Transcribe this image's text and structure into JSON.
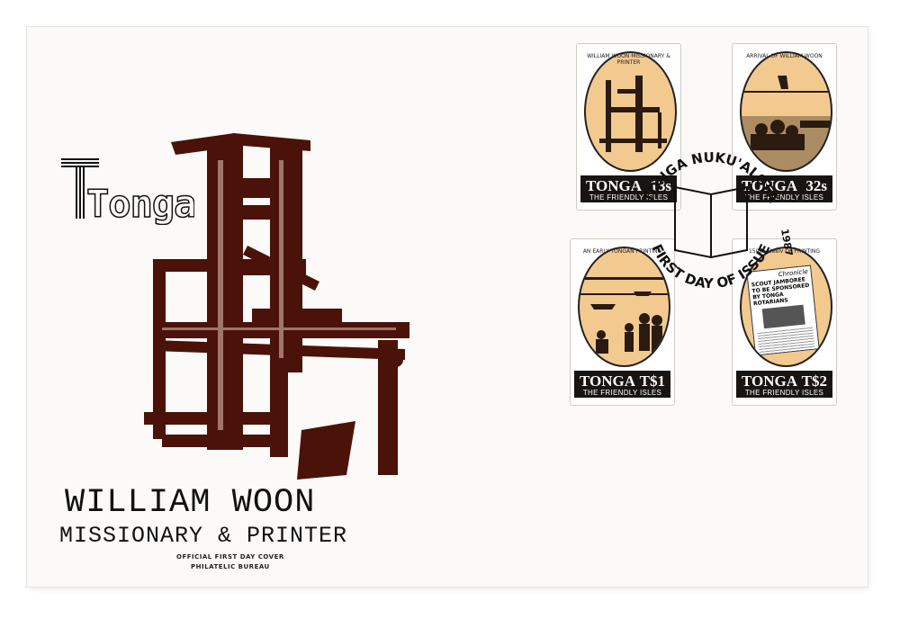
{
  "brand": {
    "logo_text": "Tonga"
  },
  "cover": {
    "title_line1": "WILLIAM WOON",
    "title_line2": "MISSIONARY & PRINTER",
    "official_line1": "OFFICIAL FIRST DAY COVER",
    "official_line2": "PHILATELIC BUREAU"
  },
  "stamps": [
    {
      "caption": "WILLIAM WOON MISSIONARY & PRINTER",
      "country": "TONGA",
      "value": "13s",
      "subtitle": "THE FRIENDLY ISLES"
    },
    {
      "caption": "ARRIVAL OF WILLIAM WOON",
      "country": "TONGA",
      "value": "32s",
      "subtitle": "THE FRIENDLY ISLES"
    },
    {
      "caption": "AN EARLY TONGAN PRINTING",
      "country": "TONGA",
      "value": "T$1",
      "subtitle": "THE FRIENDLY ISLES"
    },
    {
      "caption": "150th ANNIV OF PRINTING",
      "country": "TONGA",
      "value": "T$2",
      "subtitle": "THE FRIENDLY ISLES",
      "newspaper": {
        "masthead": "Chronicle",
        "headline": "SCOUT JAMBOREE TO BE SPONSORED BY TONGA ROTARIANS"
      }
    }
  ],
  "postmark": {
    "top_text": "TONGA NUKU'ALOFA",
    "bottom_text": "FIRST DAY OF ISSUE",
    "date": "1987"
  },
  "colors": {
    "press_ink": "#4a1208",
    "stamp_bg": "#f2c98f",
    "bar": "#1a1410"
  }
}
